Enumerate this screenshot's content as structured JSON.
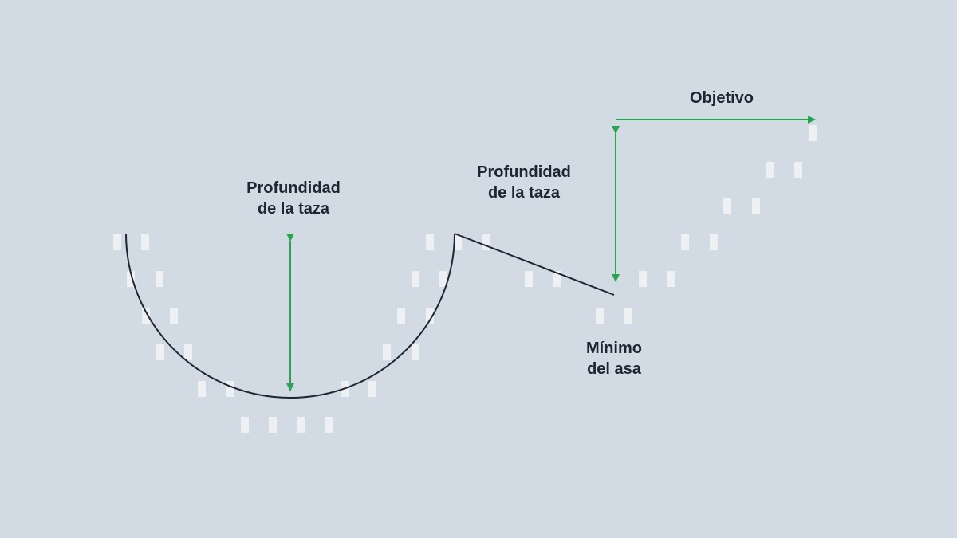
{
  "labels": {
    "cup_depth_left": {
      "line1": "Profundidad",
      "line2": "de la taza"
    },
    "cup_depth_right": {
      "line1": "Profundidad",
      "line2": "de la taza"
    },
    "handle_low": {
      "line1": "Mínimo",
      "line2": "del asa"
    },
    "target": "Objetivo"
  },
  "colors": {
    "background": "#d2dbe3",
    "outline": "#1e2533",
    "arrow": "#2aa44f",
    "candle": "#eef1f4",
    "text": "#1e2533"
  }
}
